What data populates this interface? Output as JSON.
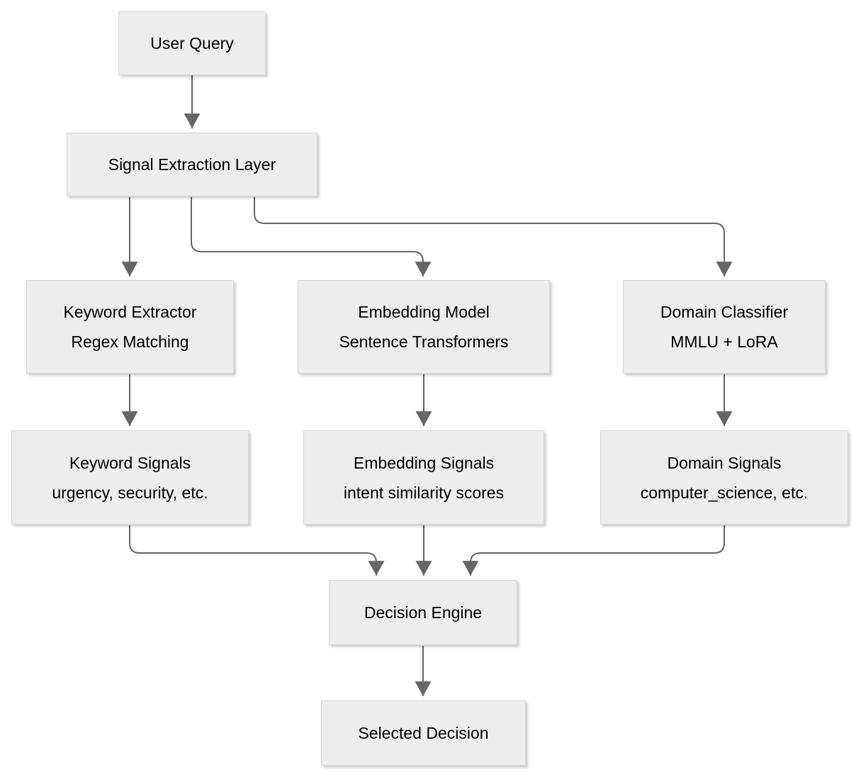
{
  "diagram": {
    "type": "flowchart",
    "colors": {
      "background": "#ffffff",
      "node_fill": "#ededed",
      "node_border": "#d5d5d5",
      "edge": "#666666",
      "arrowhead": "#666666",
      "text": "#000000"
    },
    "nodes": {
      "user_query": {
        "label": "User Query"
      },
      "signal_extraction": {
        "label": "Signal Extraction Layer"
      },
      "keyword_extractor": {
        "title": "Keyword Extractor",
        "subtitle": "Regex Matching"
      },
      "embedding_model": {
        "title": "Embedding Model",
        "subtitle": "Sentence Transformers"
      },
      "domain_classifier": {
        "title": "Domain Classifier",
        "subtitle": "MMLU + LoRA"
      },
      "keyword_signals": {
        "title": "Keyword Signals",
        "subtitle": "urgency, security, etc."
      },
      "embedding_signals": {
        "title": "Embedding Signals",
        "subtitle": "intent similarity scores"
      },
      "domain_signals": {
        "title": "Domain Signals",
        "subtitle": "computer_science, etc."
      },
      "decision_engine": {
        "label": "Decision Engine"
      },
      "selected_decision": {
        "label": "Selected Decision"
      }
    },
    "edges": [
      {
        "from": "user_query",
        "to": "signal_extraction"
      },
      {
        "from": "signal_extraction",
        "to": "keyword_extractor"
      },
      {
        "from": "signal_extraction",
        "to": "embedding_model"
      },
      {
        "from": "signal_extraction",
        "to": "domain_classifier"
      },
      {
        "from": "keyword_extractor",
        "to": "keyword_signals"
      },
      {
        "from": "embedding_model",
        "to": "embedding_signals"
      },
      {
        "from": "domain_classifier",
        "to": "domain_signals"
      },
      {
        "from": "keyword_signals",
        "to": "decision_engine"
      },
      {
        "from": "embedding_signals",
        "to": "decision_engine"
      },
      {
        "from": "domain_signals",
        "to": "decision_engine"
      },
      {
        "from": "decision_engine",
        "to": "selected_decision"
      }
    ]
  }
}
